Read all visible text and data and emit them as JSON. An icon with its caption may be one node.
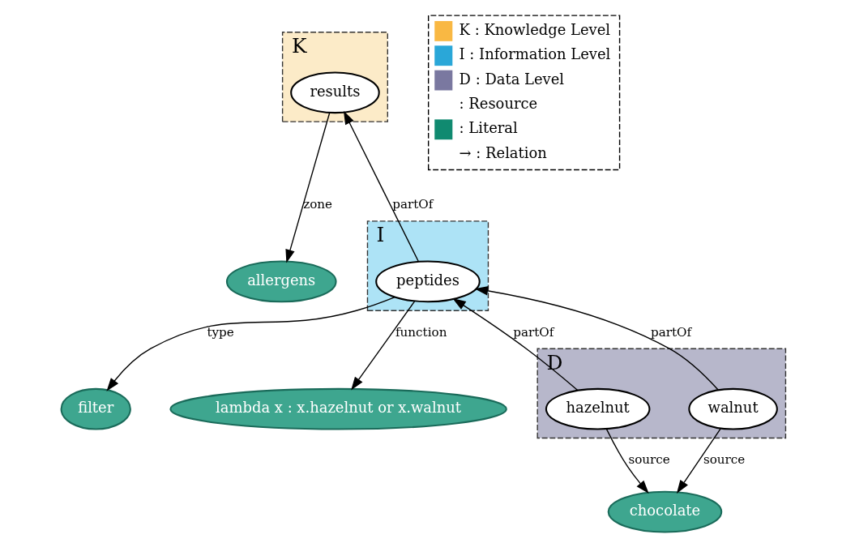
{
  "diagram": {
    "nodes": [
      {
        "text": [
          "K"
        ]
      },
      {
        "text": [
          "results"
        ],
        "in": 0
      },
      {
        "text": [
          "allergens"
        ]
      },
      {
        "text": [
          "I"
        ]
      },
      {
        "text": [
          "peptides"
        ],
        "in": 3
      },
      {
        "text": [
          "filter"
        ]
      },
      {
        "text": [
          "lambda x : x.hazelnut or x.walnut"
        ]
      },
      {
        "text": [
          "D"
        ]
      },
      {
        "text": [
          "hazelnut"
        ],
        "in": 7
      },
      {
        "text": [
          "walnut"
        ],
        "in": 7
      },
      {
        "text": [
          "chocolate"
        ]
      }
    ],
    "edges": [
      {
        "from": 1,
        "to": 2,
        "arrow": "to",
        "label": "zone"
      },
      {
        "from": 4,
        "to": 1,
        "arrow": "to",
        "label": "partOf"
      },
      {
        "from": 4,
        "to": 5,
        "arrow": "to",
        "label": "type"
      },
      {
        "from": 4,
        "to": 6,
        "arrow": "to",
        "label": "function"
      },
      {
        "from": 8,
        "to": 4,
        "arrow": "to",
        "label": "partOf"
      },
      {
        "from": 9,
        "to": 4,
        "arrow": "to",
        "label": "partOf"
      },
      {
        "from": 8,
        "to": 10,
        "arrow": "to",
        "label": "source"
      },
      {
        "from": 9,
        "to": 10,
        "arrow": "to",
        "label": "source"
      }
    ],
    "legend": [
      {
        "text": "K : Knowledge Level",
        "color": "#f9b843"
      },
      {
        "text": "I : Information Level",
        "color": "#2aa7d8"
      },
      {
        "text": "D : Data Level",
        "color": "#7a78a0"
      },
      {
        "text": ": Resource"
      },
      {
        "text": ": Literal",
        "color": "#108a70"
      },
      {
        "text": "→ : Relation"
      }
    ]
  }
}
